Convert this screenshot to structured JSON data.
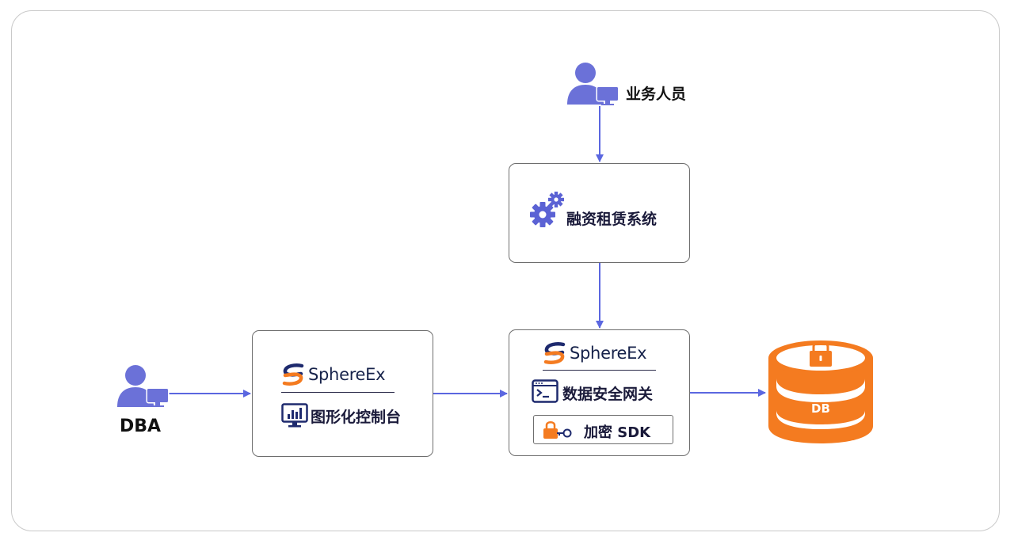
{
  "nodes": {
    "business_user": {
      "label": "业务人员",
      "icon": "user-with-monitor-icon"
    },
    "leasing_system": {
      "label": "融资租赁系统",
      "icon": "gears-icon"
    },
    "dba": {
      "label": "DBA",
      "icon": "user-with-monitor-icon"
    },
    "console": {
      "brand": "SphereEx",
      "label": "图形化控制台",
      "icon": "dashboard-monitor-icon"
    },
    "gateway": {
      "brand": "SphereEx",
      "label": "数据安全网关",
      "icon": "terminal-window-icon",
      "sdk_label": "加密 SDK",
      "sdk_icon": "lock-key-icon"
    },
    "database": {
      "label": "DB",
      "icon": "locked-database-icon"
    }
  },
  "edges": [
    {
      "from": "business_user",
      "to": "leasing_system"
    },
    {
      "from": "leasing_system",
      "to": "gateway"
    },
    {
      "from": "dba",
      "to": "console"
    },
    {
      "from": "console",
      "to": "gateway"
    },
    {
      "from": "gateway",
      "to": "database"
    }
  ],
  "colors": {
    "accent": "#5b67e0",
    "brand_orange": "#f47b20",
    "brand_navy": "#1e2a6e",
    "db_orange": "#f47b20"
  }
}
